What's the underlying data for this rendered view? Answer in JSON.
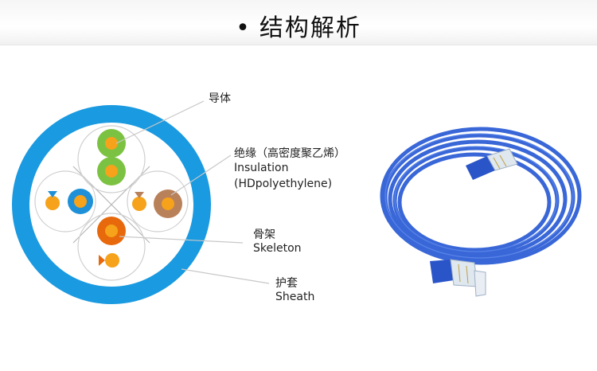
{
  "header": {
    "bullet": "•",
    "title": "结构解析"
  },
  "labels": {
    "conductor_cn": "导体",
    "insulation_cn": "绝缘（高密度聚乙烯）",
    "insulation_en1": "Insulation",
    "insulation_en2": "(HDpolyethylene)",
    "skeleton_cn": "骨架",
    "skeleton_en": "Skeleton",
    "sheath_cn": "护套",
    "sheath_en": "Sheath"
  },
  "colors": {
    "sheath": "#1a9ae0",
    "green": "#7cc242",
    "blue": "#1e90d8",
    "orange": "#e8680c",
    "brown": "#b9815a",
    "copper": "#f6a21a",
    "cable": "#2f5fd6"
  }
}
